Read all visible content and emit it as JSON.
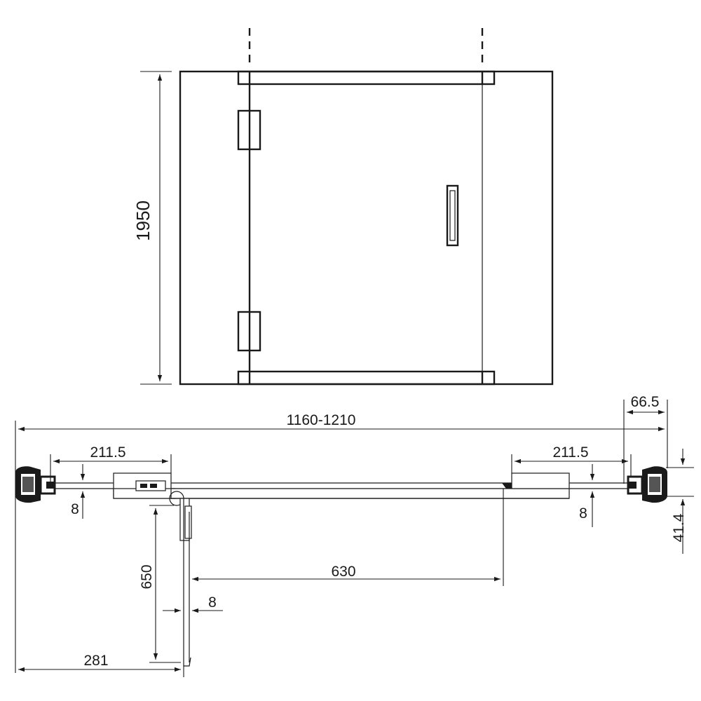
{
  "dimensions": {
    "height": "1950",
    "total_width": "1160-1210",
    "profile_width": "66.5",
    "left_fixed_panel": "211.5",
    "right_fixed_panel": "211.5",
    "left_gap": "8",
    "right_gap": "8",
    "profile_depth": "41.4",
    "door_width": "630",
    "door_swing": "650",
    "door_offset": "8",
    "hinge_position": "281"
  }
}
